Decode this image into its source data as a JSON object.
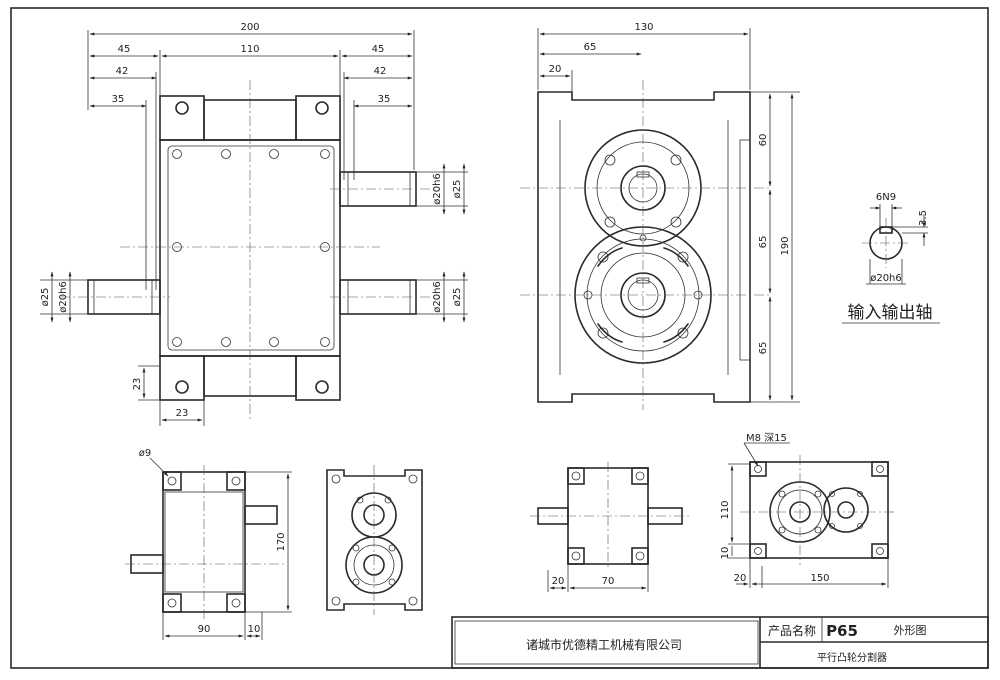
{
  "drawing": {
    "top_view": {
      "overall": "200",
      "center": "110",
      "side_l": "45",
      "side_r": "45",
      "c42_l": "42",
      "c42_r": "42",
      "c35_l": "35",
      "c35_r": "35",
      "shaft_out1_a": "ø20h6",
      "shaft_out1_b": "ø25",
      "shaft_out2_a": "ø20h6",
      "shaft_out2_b": "ø25",
      "shaft_in_a": "ø20h6",
      "shaft_in_b": "ø25",
      "foot_h": "23",
      "foot_w": "23"
    },
    "front_view": {
      "overall": "130",
      "c65": "65",
      "c20": "20",
      "h60": "60",
      "h65a": "65",
      "h65b": "65",
      "h190": "190"
    },
    "shaft_section": {
      "key": "6N9",
      "depth": "3.5",
      "dia": "ø20h6",
      "label": "输入输出轴"
    },
    "small_views": {
      "hole": "ø9",
      "h170": "170",
      "w90": "90",
      "w10": "10",
      "w20": "20",
      "w70": "70",
      "thread": "M8 深15",
      "h110": "110",
      "h10": "10",
      "w20b": "20",
      "w150": "150"
    }
  },
  "title_block": {
    "company": "诸城市优德精工机械有限公司",
    "name_label": "产品名称",
    "model": "P65",
    "view_name": "外形图",
    "product": "平行凸轮分割器"
  }
}
